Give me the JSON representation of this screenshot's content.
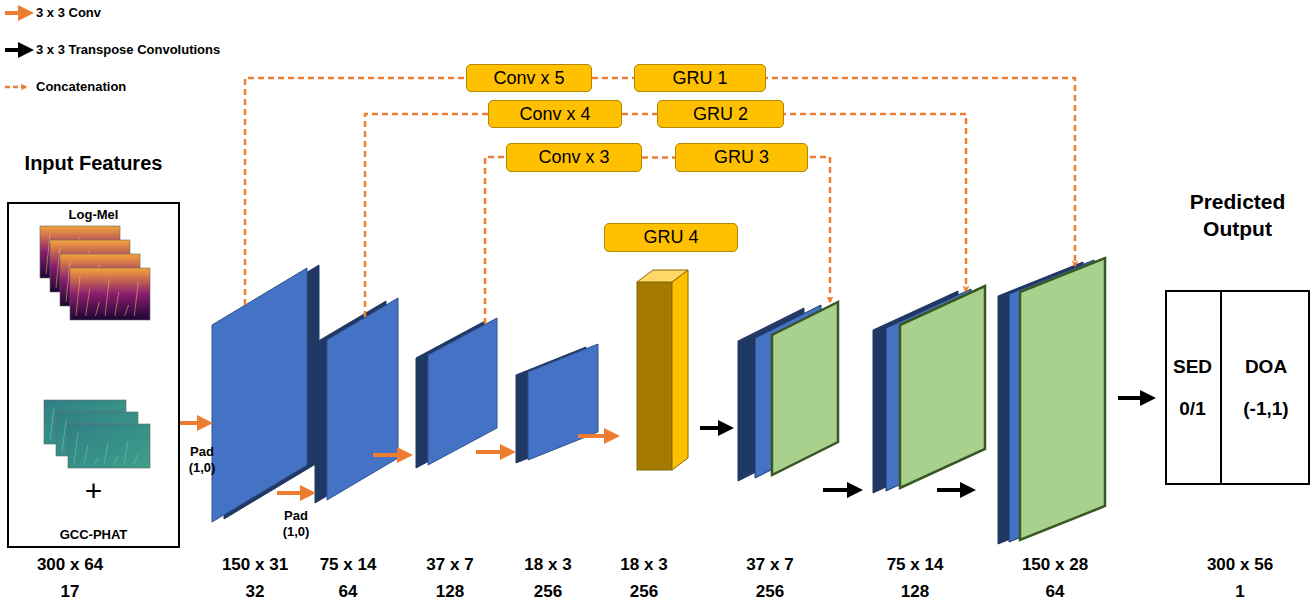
{
  "diagram": {
    "nodes": [
      {
        "text": [
          "Input Features",
          "Log-Mel",
          "+",
          "GCC-PHAT"
        ]
      },
      {
        "text": [
          "Conv x 5"
        ]
      },
      {
        "text": [
          "GRU 1"
        ]
      },
      {
        "text": [
          "Conv x 4"
        ]
      },
      {
        "text": [
          "GRU 2"
        ]
      },
      {
        "text": [
          "Conv x 3"
        ]
      },
      {
        "text": [
          "GRU 3"
        ]
      },
      {
        "text": [
          "GRU 4"
        ]
      },
      {
        "text": [
          "Predicted Output"
        ]
      },
      {
        "text": [
          "SED",
          "0/1"
        ],
        "in": 8
      },
      {
        "text": [
          "DOA",
          "(-1,1)"
        ],
        "in": 8
      }
    ],
    "edges": [
      {
        "from": 1,
        "to": 2,
        "arrow": "none"
      },
      {
        "from": 3,
        "to": 4,
        "arrow": "none"
      },
      {
        "from": 5,
        "to": 6,
        "arrow": "none"
      }
    ],
    "labels": [
      "Pad (1,0)",
      "Pad (1,0)",
      "300 x 64",
      "17",
      "150 x 31",
      "32",
      "75 x 14",
      "64",
      "37 x 7",
      "128",
      "18 x 3",
      "256",
      "18 x 3",
      "256",
      "37 x 7",
      "256",
      "75 x 14",
      "128",
      "150 x 28",
      "64",
      "300 x 56",
      "1"
    ],
    "legend": [
      {
        "text": "3 x 3 Conv"
      },
      {
        "text": "3 x 3 Transpose Convolutions"
      },
      {
        "text": "Concatenation"
      }
    ]
  }
}
